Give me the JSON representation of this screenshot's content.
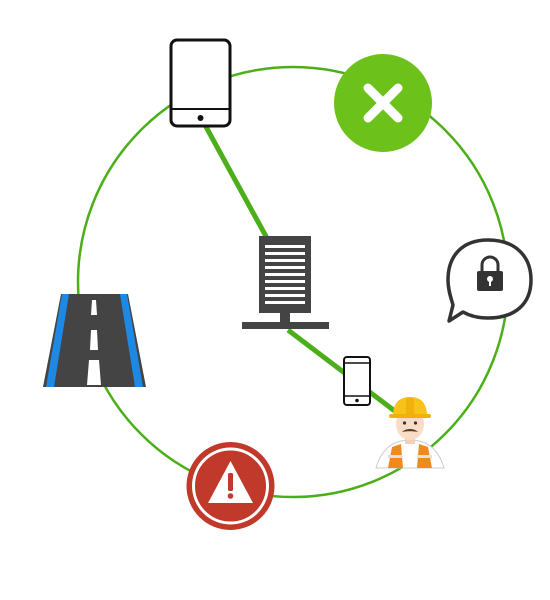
{
  "diagram": {
    "nodes": [
      {
        "id": "tablet",
        "icon": "tablet-icon"
      },
      {
        "id": "close",
        "icon": "close-icon",
        "color": "#6cc21a"
      },
      {
        "id": "server",
        "icon": "server-icon"
      },
      {
        "id": "secure-chat",
        "icon": "lock-speech-bubble-icon"
      },
      {
        "id": "road",
        "icon": "road-icon",
        "lane_color": "#1e88e5"
      },
      {
        "id": "smartphone",
        "icon": "smartphone-icon"
      },
      {
        "id": "worker",
        "icon": "construction-worker-icon"
      },
      {
        "id": "warning",
        "icon": "warning-icon",
        "color": "#c0392b"
      }
    ],
    "connections": [
      {
        "from": "tablet",
        "to": "server"
      },
      {
        "from": "server",
        "to": "smartphone"
      }
    ],
    "ring": {
      "color": "#4caf1a"
    }
  }
}
